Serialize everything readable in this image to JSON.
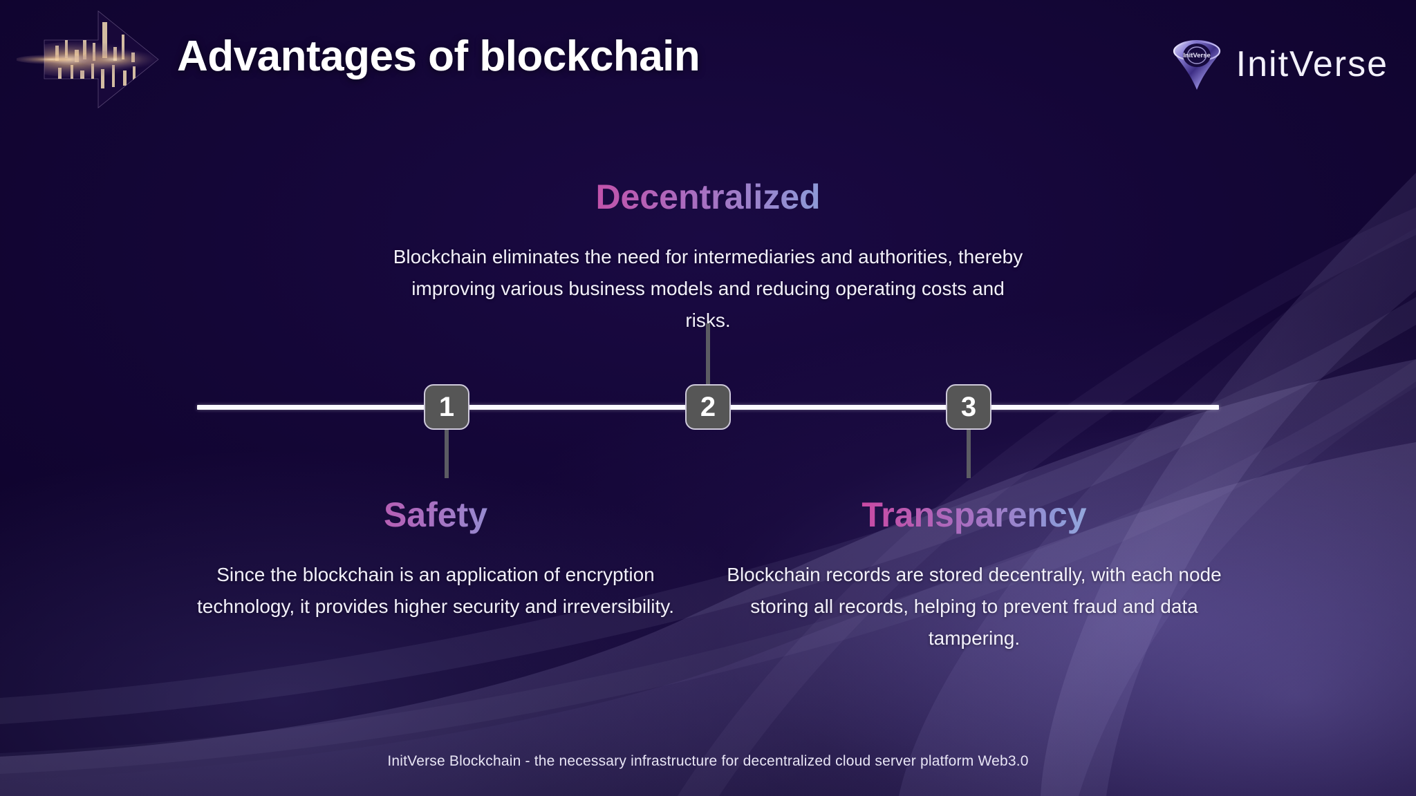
{
  "header": {
    "title": "Advantages of blockchain",
    "brand_name": "InitVerse",
    "brand_mark_label": "InitVerse",
    "decoration": "digital-arrow-graphic"
  },
  "timeline": {
    "markers": [
      {
        "number": "1",
        "stem": "down"
      },
      {
        "number": "2",
        "stem": "up"
      },
      {
        "number": "3",
        "stem": "down"
      }
    ]
  },
  "blocks": [
    {
      "id": "decentralized",
      "heading": "Decentralized",
      "body": "Blockchain eliminates the need for intermediaries and authorities, thereby improving various business models and reducing operating costs and risks.",
      "marker": "2"
    },
    {
      "id": "safety",
      "heading": "Safety",
      "body": "Since the blockchain is an application of encryption technology, it provides higher security and irreversibility.",
      "marker": "1"
    },
    {
      "id": "transparency",
      "heading": "Transparency",
      "body": "Blockchain records are stored decentrally, with each node storing all records, helping to prevent fraud and data tampering.",
      "marker": "3"
    }
  ],
  "footer": {
    "text": "InitVerse Blockchain - the necessary infrastructure for decentralized cloud server platform Web3.0"
  },
  "colors": {
    "background": "#120433",
    "gradient_start": "#ec2a8c",
    "gradient_end": "#a7dbf0",
    "timeline_line": "#fbfaff",
    "marker_fill": "#565656",
    "marker_border": "#cfcadb",
    "body_text": "#f2f0fa"
  }
}
